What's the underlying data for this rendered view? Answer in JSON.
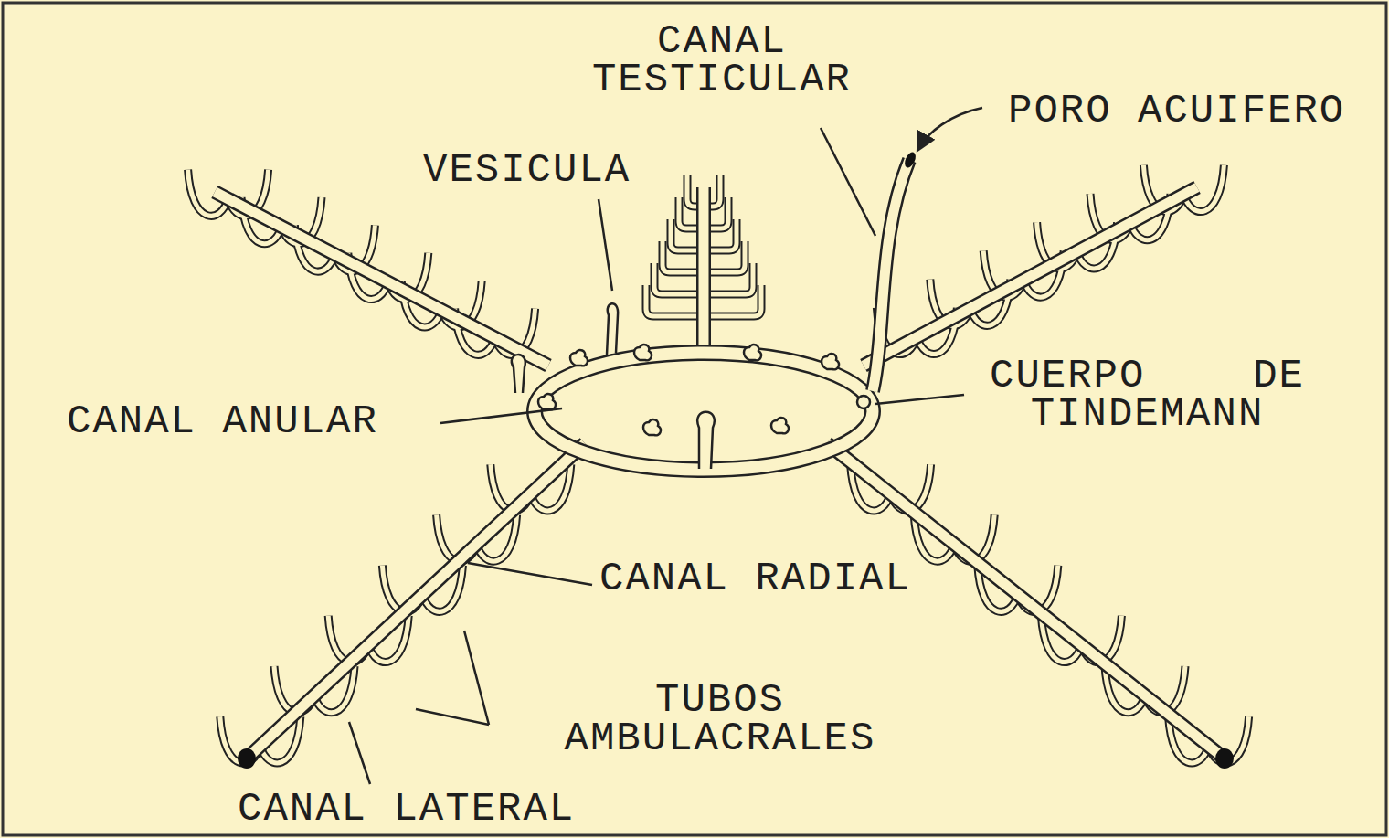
{
  "diagram": {
    "labels": [
      "CANAL TESTICULAR",
      "PORO ACUIFERO",
      "VESICULA",
      "CUERPO DE TINDEMANN",
      "CANAL ANULAR",
      "CANAL RADIAL",
      "TUBOS AMBULACRALES",
      "CANAL LATERAL"
    ]
  }
}
